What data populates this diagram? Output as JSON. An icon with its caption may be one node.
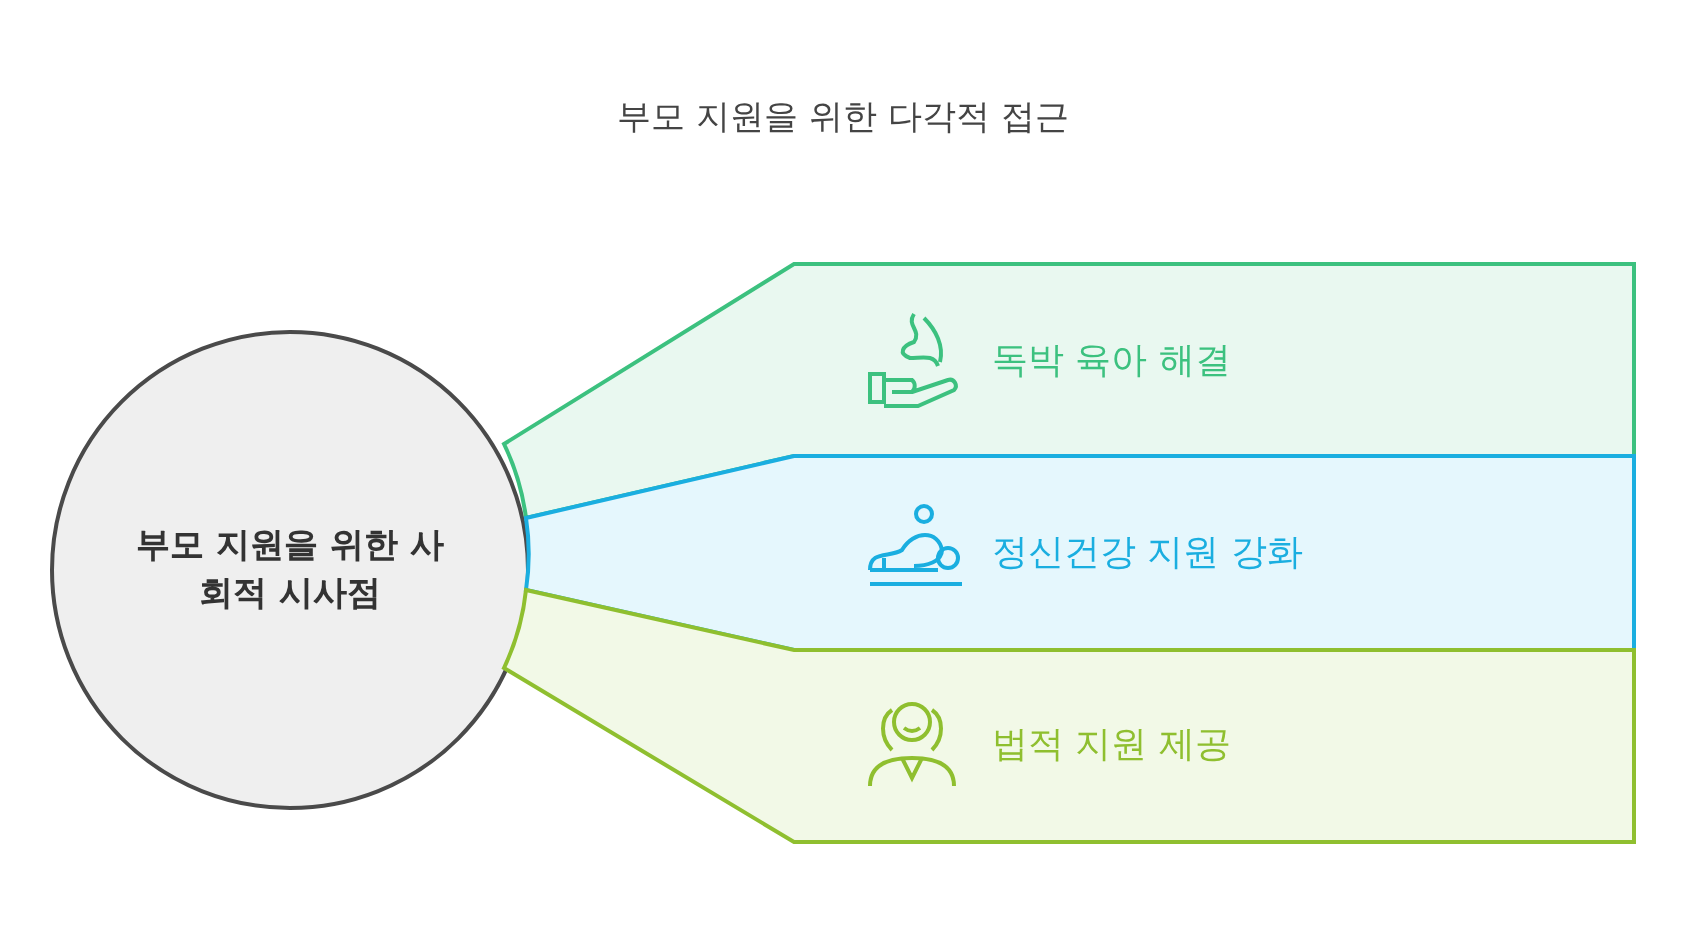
{
  "diagram": {
    "title": "부모 지원을 위한 다각적 접근",
    "nodes": [
      {
        "text": [
          "부모 지원을 위한 사회적 시사점"
        ]
      },
      {
        "text": [
          "독박 육아 해결"
        ]
      },
      {
        "text": [
          "정신건강 지원 강화"
        ]
      },
      {
        "text": [
          "법적 지원 제공"
        ]
      }
    ]
  }
}
